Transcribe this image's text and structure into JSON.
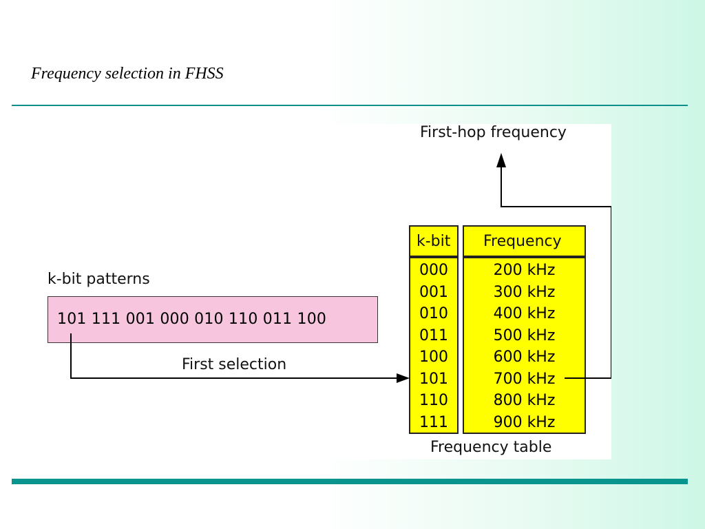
{
  "slide": {
    "title": "Frequency selection in FHSS"
  },
  "diagram": {
    "first_hop_label": "First-hop frequency",
    "patterns_label": "k-bit patterns",
    "patterns": "101  111  001  000  010  110  011  100",
    "first_selection_label": "First selection",
    "table": {
      "header_kbit": "k-bit",
      "header_frequency": "Frequency",
      "kbits": [
        "000",
        "001",
        "010",
        "011",
        "100",
        "101",
        "110",
        "111"
      ],
      "frequencies": [
        "200 kHz",
        "300 kHz",
        "400 kHz",
        "500 kHz",
        "600 kHz",
        "700 kHz",
        "800 kHz",
        "900 kHz"
      ],
      "caption": "Frequency table"
    },
    "colors": {
      "patterns_fill": "#f7c6de",
      "table_fill": "#ffff00",
      "rule": "#0e8f8a"
    }
  }
}
